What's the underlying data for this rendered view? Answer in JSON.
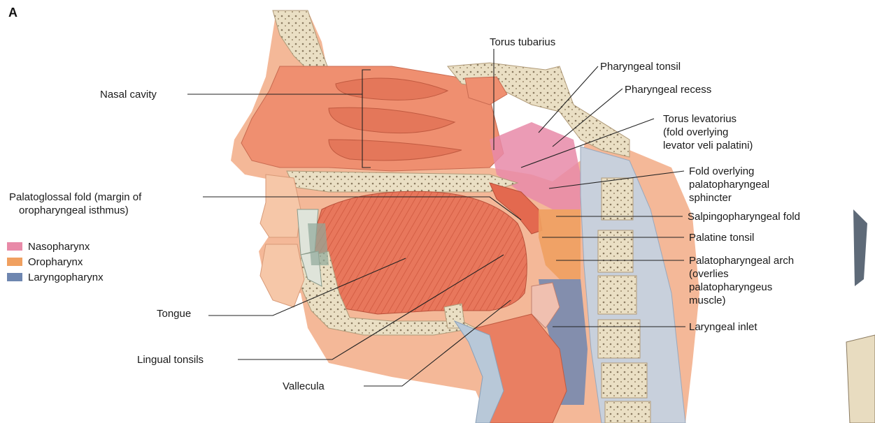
{
  "panel_letter": "A",
  "labels": {
    "nasal_cavity": "Nasal cavity",
    "torus_tubarius": "Torus tubarius",
    "pharyngeal_tonsil": "Pharyngeal tonsil",
    "pharyngeal_recess": "Pharyngeal recess",
    "torus_levatorius": [
      "Torus levatorius",
      "(fold overlying",
      "levator veli palatini)"
    ],
    "fold_palatopharyngeal": [
      "Fold overlying",
      "palatopharyngeal",
      "sphincter"
    ],
    "palatoglossal_fold": [
      "Palatoglossal fold (margin of",
      "oropharyngeal isthmus)"
    ],
    "salpingopharyngeal_fold": "Salpingopharyngeal fold",
    "palatine_tonsil": "Palatine tonsil",
    "palatopharyngeal_arch": [
      "Palatopharyngeal arch",
      "(overlies",
      "palatopharyngeus",
      "muscle)"
    ],
    "laryngeal_inlet": "Laryngeal inlet",
    "tongue": "Tongue",
    "lingual_tonsils": "Lingual tonsils",
    "vallecula": "Vallecula"
  },
  "legend": [
    {
      "label": "Nasopharynx",
      "color": "#e88aa8"
    },
    {
      "label": "Oropharynx",
      "color": "#f0a060"
    },
    {
      "label": "Laryngopharynx",
      "color": "#6e86b0"
    }
  ],
  "colors": {
    "flesh": "#f0a283",
    "flesh_dark": "#e07a5f",
    "bone": "#e8dcc0",
    "bone_spot": "#8a7a60",
    "muscle": "#e3694f",
    "skin": "#f6c7a8"
  }
}
